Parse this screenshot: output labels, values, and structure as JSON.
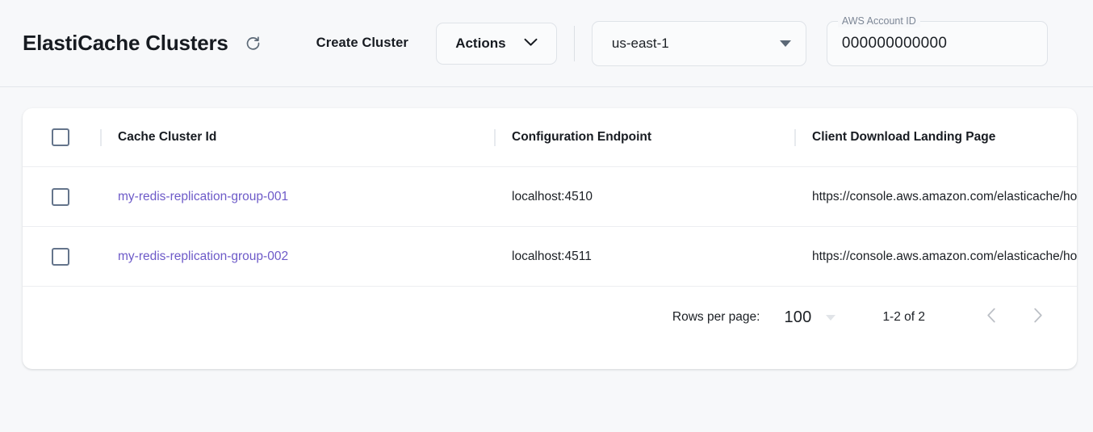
{
  "header": {
    "title": "ElastiCache Clusters",
    "refresh_icon": "refresh-icon",
    "create_cluster_label": "Create Cluster",
    "actions_label": "Actions",
    "actions_caret_icon": "chevron-down-icon",
    "region": {
      "value": "us-east-1",
      "caret_icon": "caret-down-icon"
    },
    "account": {
      "label": "AWS Account ID",
      "value": "000000000000"
    }
  },
  "table": {
    "columns": [
      "Cache Cluster Id",
      "Configuration Endpoint",
      "Client Download Landing Page"
    ],
    "rows": [
      {
        "cluster_id": "my-redis-replication-group-001",
        "endpoint": "localhost:4510",
        "client_url": "https://console.aws.amazon.com/elasticache/home"
      },
      {
        "cluster_id": "my-redis-replication-group-002",
        "endpoint": "localhost:4511",
        "client_url": "https://console.aws.amazon.com/elasticache/home"
      }
    ]
  },
  "pagination": {
    "rows_per_page_label": "Rows per page:",
    "rows_per_page_value": "100",
    "range_label": "1-2 of 2",
    "prev_icon": "chevron-left-icon",
    "next_icon": "chevron-right-icon"
  },
  "colors": {
    "link": "#6d5ac8",
    "page_bg": "#f7f8fa",
    "card_bg": "#ffffff",
    "checkbox_border": "#64748b"
  }
}
